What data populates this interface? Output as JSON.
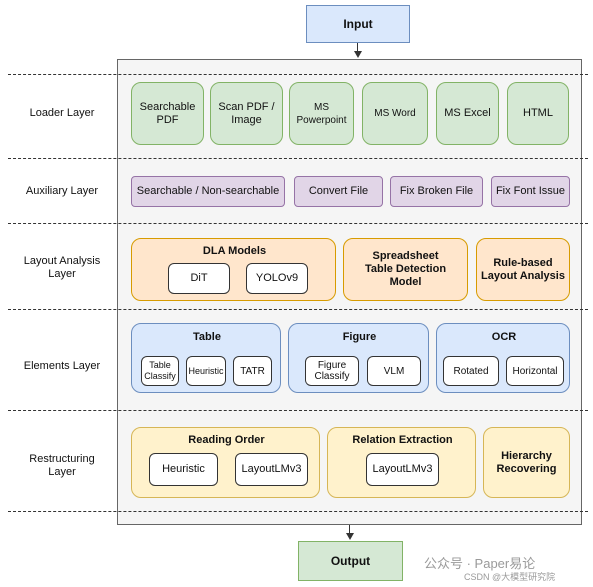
{
  "input": "Input",
  "output": "Output",
  "layers": [
    "Loader Layer",
    "Auxiliary Layer",
    "Layout Analysis\nLayer",
    "Elements Layer",
    "Restructuring\nLayer"
  ],
  "loader": [
    "Searchable\nPDF",
    "Scan PDF /\nImage",
    "MS\nPowerpoint",
    "MS Word",
    "MS Excel",
    "HTML"
  ],
  "auxiliary": [
    "Searchable / Non-searchable",
    "Convert File",
    "Fix Broken File",
    "Fix Font Issue"
  ],
  "layout_analysis": {
    "dla_title": "DLA Models",
    "dla_items": [
      "DiT",
      "YOLOv9"
    ],
    "spreadsheet": "Spreadsheet\nTable Detection\nModel",
    "rule_based": "Rule-based\nLayout Analysis"
  },
  "elements": {
    "table_title": "Table",
    "table_items": [
      "Table\nClassify",
      "Heuristic",
      "TATR"
    ],
    "figure_title": "Figure",
    "figure_items": [
      "Figure\nClassify",
      "VLM"
    ],
    "ocr_title": "OCR",
    "ocr_items": [
      "Rotated",
      "Horizontal"
    ]
  },
  "restructuring": {
    "reading_title": "Reading Order",
    "reading_items": [
      "Heuristic",
      "LayoutLMv3"
    ],
    "relation_title": "Relation Extraction",
    "relation_items": [
      "LayoutLMv3"
    ],
    "hierarchy": "Hierarchy\nRecovering"
  },
  "watermark": {
    "line1": "公众号 · Paper易论",
    "line2": "CSDN @大模型研究院"
  }
}
